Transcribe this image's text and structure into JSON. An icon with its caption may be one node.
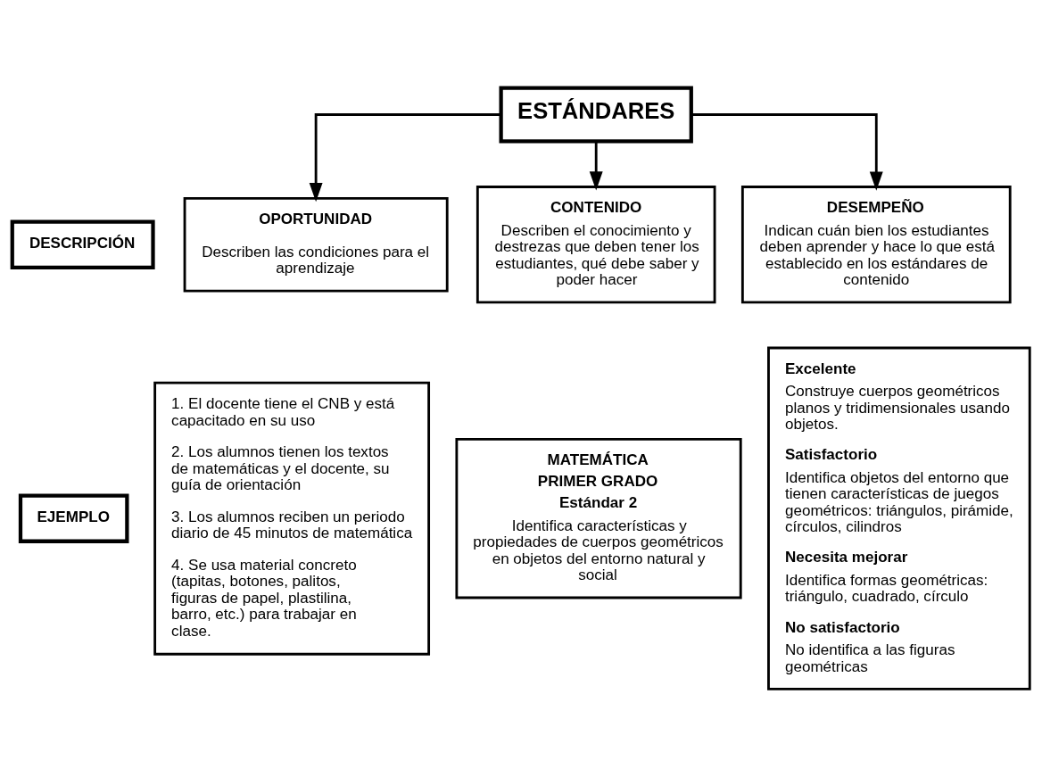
{
  "diagram": {
    "nodes": [
      {
        "text": [
          "ESTÁNDARES"
        ]
      },
      {
        "text": [
          "DESCRIPCIÓN"
        ]
      },
      {
        "text": [
          "OPORTUNIDAD",
          "Describen las condiciones para el aprendizaje"
        ]
      },
      {
        "text": [
          "CONTENIDO",
          "Describen el conocimiento y destrezas que deben tener los estudiantes, qué debe saber y poder hacer"
        ]
      },
      {
        "text": [
          "DESEMPEÑO",
          "Indican cuán bien los estudiantes deben aprender y hace lo que está establecido en los estándares de contenido"
        ]
      },
      {
        "text": [
          "EJEMPLO"
        ]
      },
      {
        "text": [
          "1. El docente tiene el CNB y está capacitado en su uso",
          "2. Los alumnos tienen los textos de matemáticas y el docente, su guía de orientación",
          "3. Los alumnos reciben un periodo diario de 45 minutos de matemática",
          "4. Se usa material concreto (tapitas, botones, palitos, figuras de papel, plastilina, barro, etc.) para trabajar en clase."
        ]
      },
      {
        "text": [
          "MATEMÁTICA",
          "PRIMER GRADO",
          "Estándar 2",
          "Identifica características y propiedades de cuerpos geométricos en objetos del entorno natural y social"
        ]
      },
      {
        "text": [
          "Excelente",
          "Construye cuerpos geométricos planos y tridimensionales usando objetos.",
          "Satisfactorio",
          "Identifica objetos del entorno que tienen características de juegos geométricos: triángulos, pirámide, círculos, cilindros",
          "Necesita mejorar",
          "Identifica formas geométricas: triángulo, cuadrado, círculo",
          "No satisfactorio",
          "No identifica a las figuras geométricas"
        ]
      }
    ],
    "edges": [
      {
        "from": 0,
        "to": 2,
        "arrow": "to"
      },
      {
        "from": 0,
        "to": 3,
        "arrow": "to"
      },
      {
        "from": 0,
        "to": 4,
        "arrow": "to"
      }
    ]
  }
}
